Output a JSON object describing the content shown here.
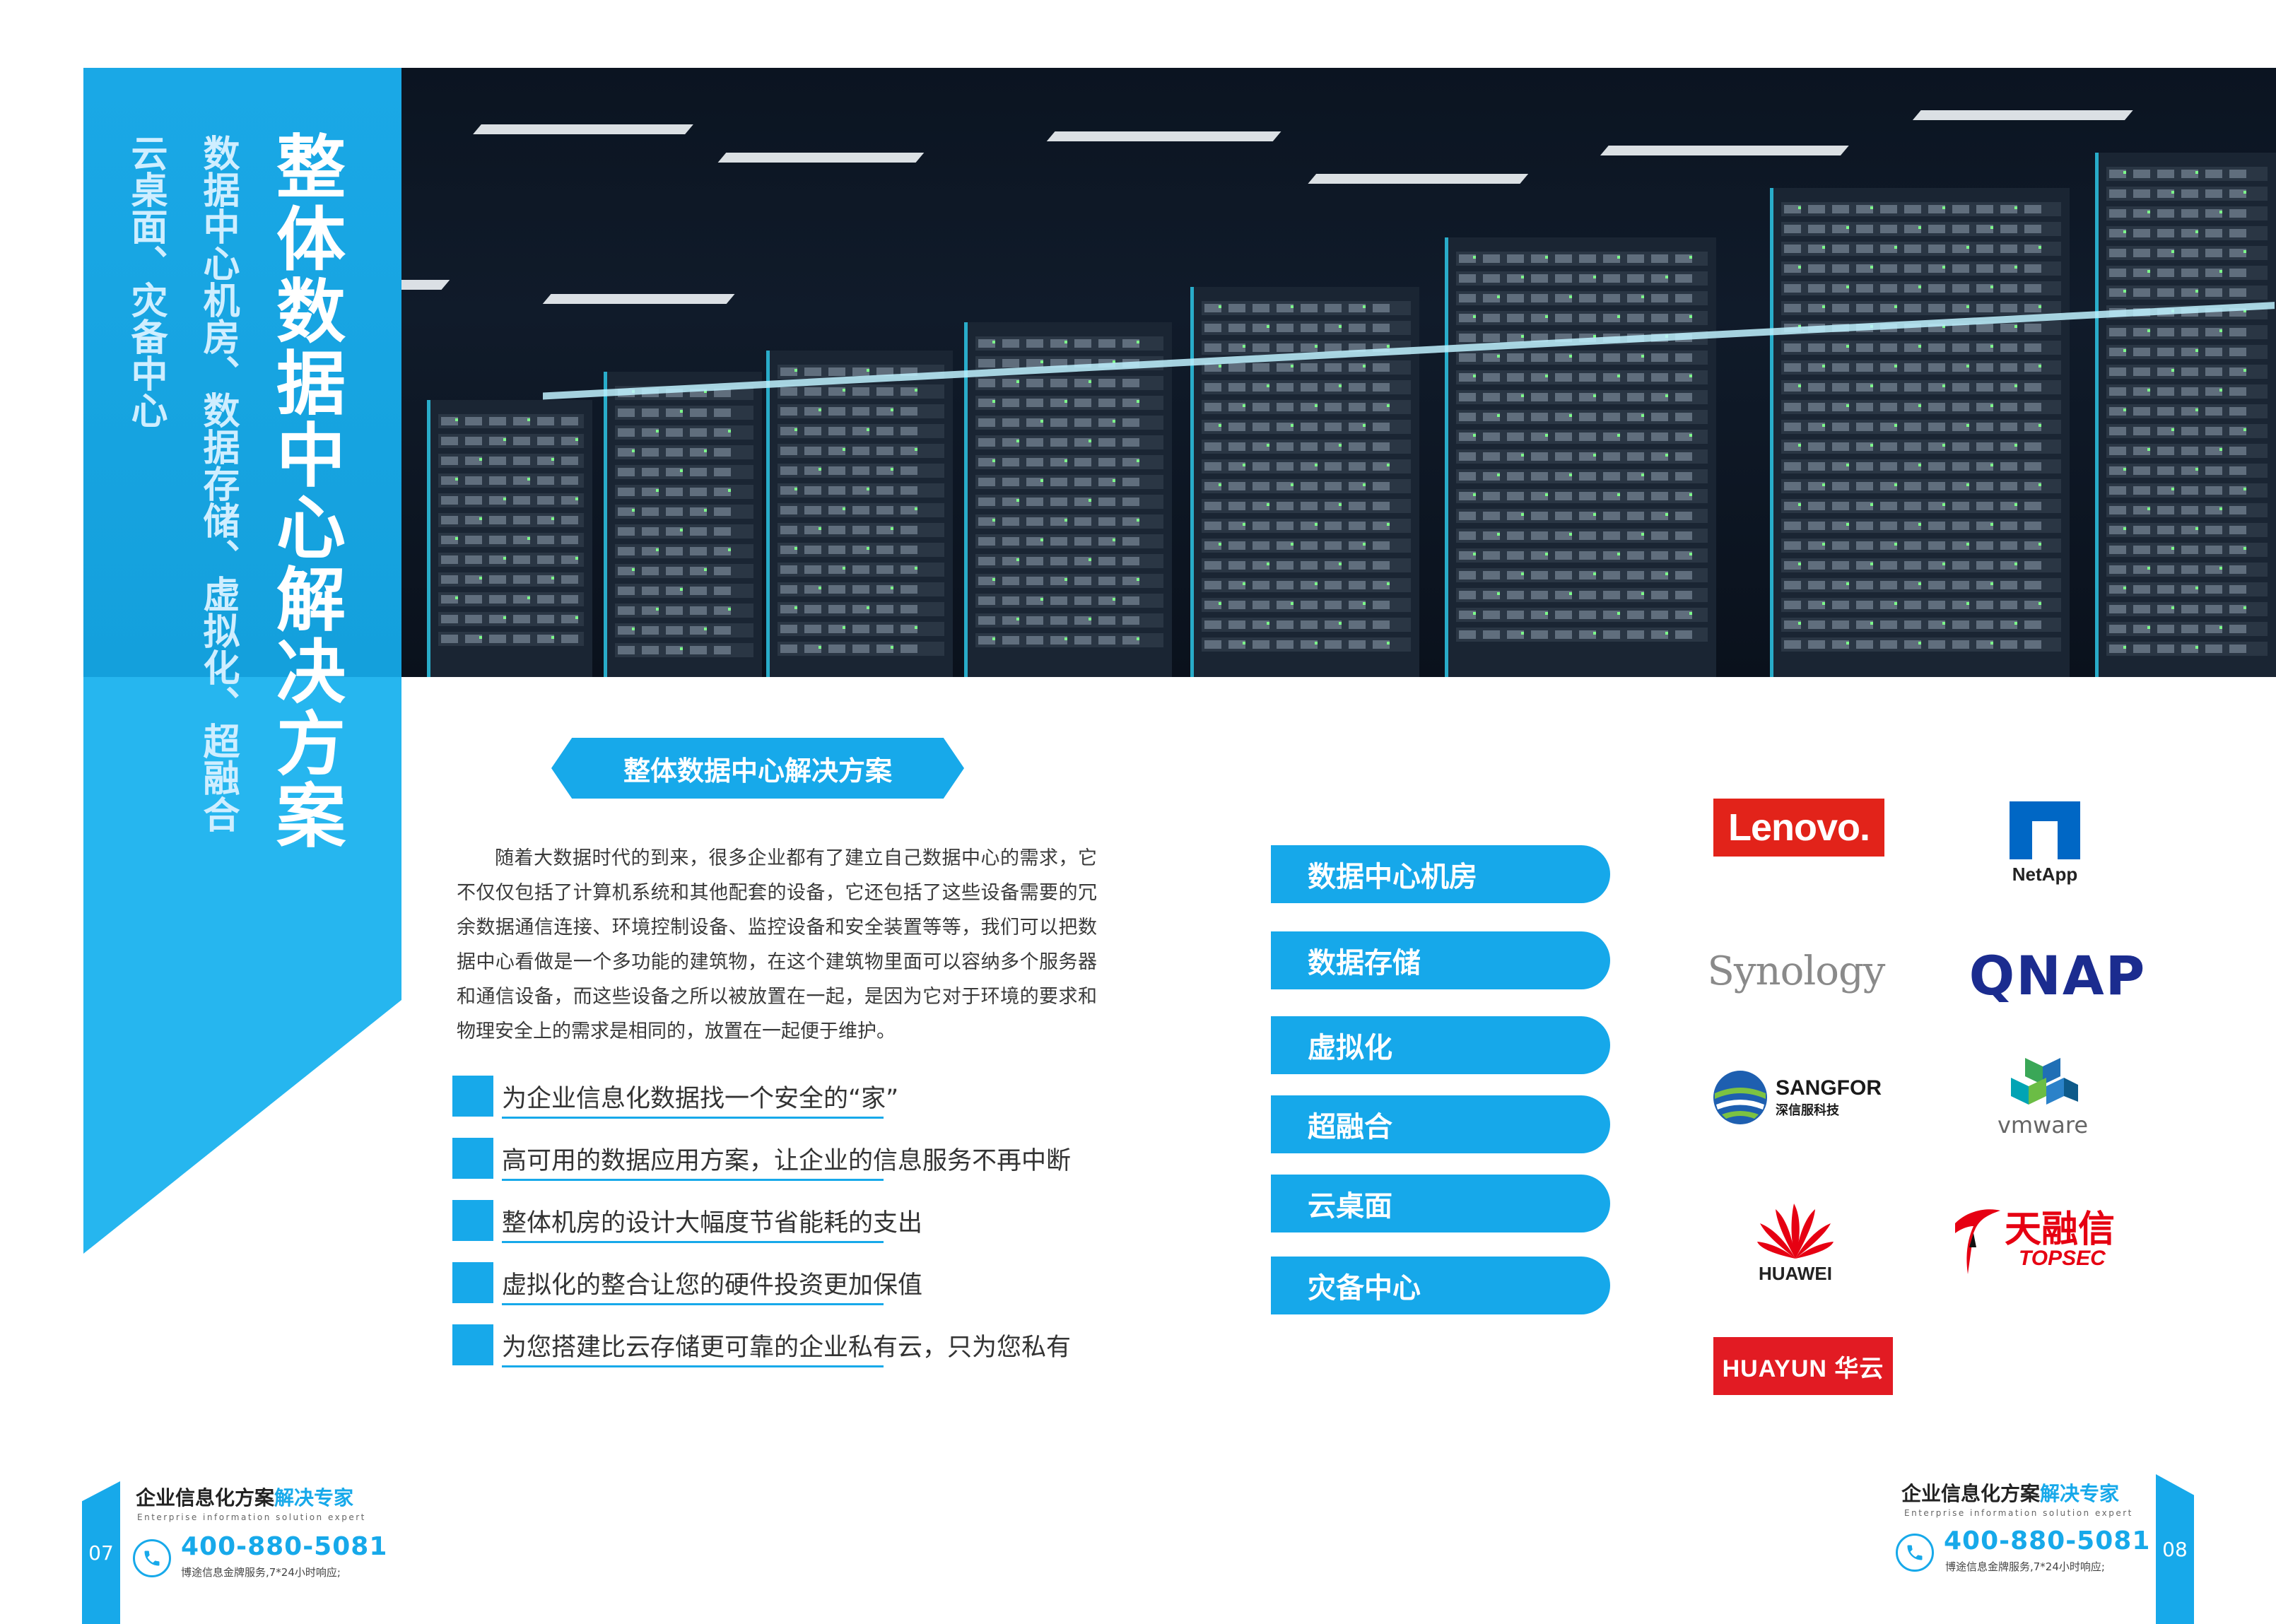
{
  "banner": {
    "title": "整体数据中心解决方案",
    "subtitle_line1": "数据中心机房、数据存储、虚拟化、超融合",
    "subtitle_line2": "云桌面、灾备中心"
  },
  "section": {
    "header": "整体数据中心解决方案",
    "intro": "随着大数据时代的到来，很多企业都有了建立自己数据中心的需求，它不仅仅包括了计算机系统和其他配套的设备，它还包括了这些设备需要的冗余数据通信连接、环境控制设备、监控设备和安全装置等等，我们可以把数据中心看做是一个多功能的建筑物，在这个建筑物里面可以容纳多个服务器和通信设备，而这些设备之所以被放置在一起，是因为它对于环境的要求和物理安全上的需求是相同的，放置在一起便于维护。"
  },
  "features": [
    "为企业信息化数据找一个安全的“家”",
    "高可用的数据应用方案，让企业的信息服务不再中断",
    "整体机房的设计大幅度节省能耗的支出",
    "虚拟化的整合让您的硬件投资更加保值",
    "为您搭建比云存储更可靠的企业私有云，只为您私有"
  ],
  "menu": [
    "数据中心机房",
    "数据存储",
    "虚拟化",
    "超融合",
    "云桌面",
    "灾备中心"
  ],
  "logos": {
    "lenovo": "Lenovo.",
    "netapp": "NetApp",
    "synology": "Synology",
    "qnap": "QNAP",
    "sangfor_en": "SANGFOR",
    "sangfor_cn": "深信服科技",
    "vmware": "vmware",
    "huawei": "HUAWEI",
    "topsec_cn": "天融信",
    "topsec_en": "TOPSEC",
    "huayun": "HUAYUN 华云"
  },
  "footer": {
    "slogan_a": "企业信息化方案",
    "slogan_b": "解决专家",
    "en": "Enterprise information solution expert",
    "phone": "400-880-5081",
    "note": "博途信息金牌服务,7*24小时响应;",
    "page_left": "07",
    "page_right": "08"
  },
  "colors": {
    "brand_blue": "#17a9ea",
    "lenovo_red": "#e2231a",
    "netapp_blue": "#0067c5",
    "qnap_navy": "#1b2c8f",
    "huawei_red": "#e60012",
    "huayun_red": "#e21b23"
  }
}
